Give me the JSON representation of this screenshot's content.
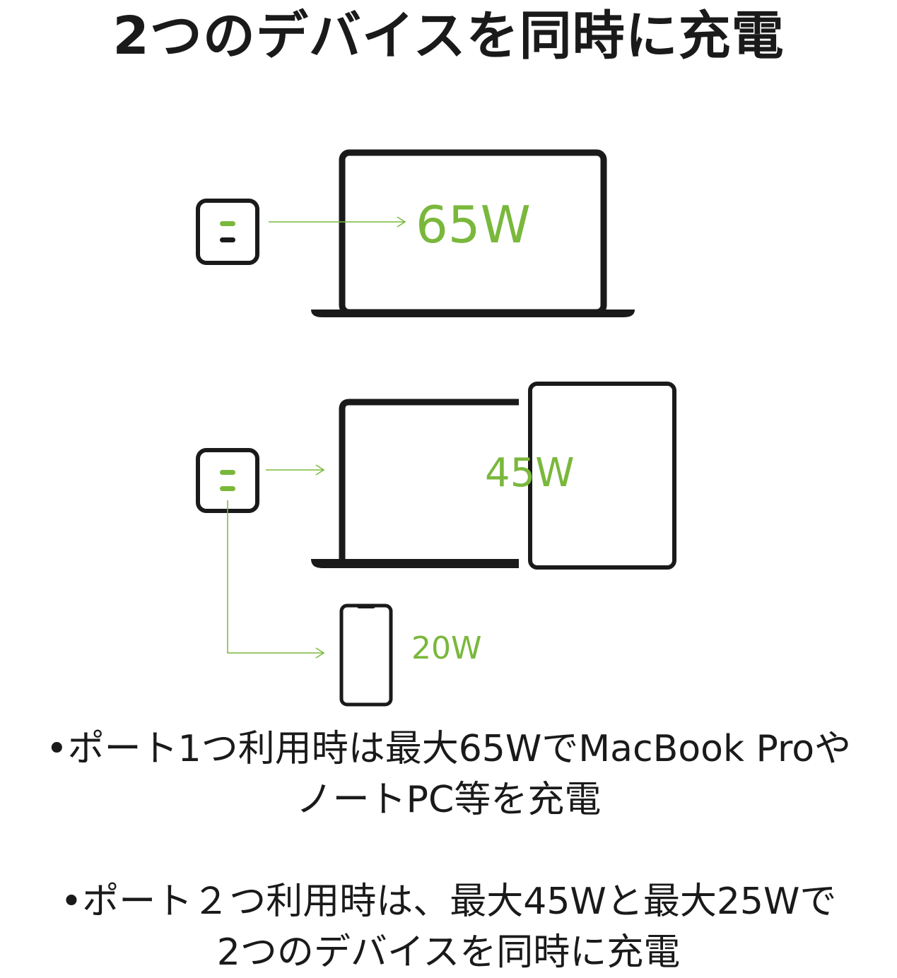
{
  "title": "2つのデバイスを同時に充電",
  "single_port": {
    "wattage": "65W"
  },
  "dual_port": {
    "laptop_tablet_wattage": "45W",
    "phone_wattage": "20W"
  },
  "descriptions": [
    {
      "line1": "•ポート1つ利用時は最大65WでMacBook Proや",
      "line2": "ノートPC等を充電"
    },
    {
      "line1": "•ポート２つ利用時は、最大45Wと最大25Wで",
      "line2": "2つのデバイスを同時に充電"
    }
  ],
  "colors": {
    "accent": "#7ab83c",
    "outline": "#1a1a1a",
    "background": "#ffffff"
  }
}
